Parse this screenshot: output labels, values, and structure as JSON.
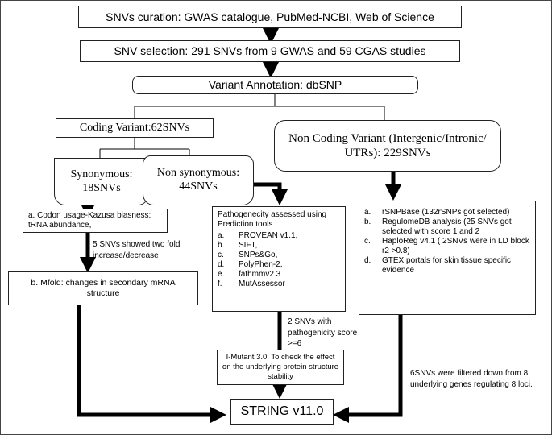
{
  "title_box": "SNVs curation: GWAS catalogue, PubMed-NCBI, Web of Science",
  "selection_box": "SNV selection: 291 SNVs from 9 GWAS and 59 CGAS studies",
  "annotation_box": "Variant Annotation: dbSNP",
  "coding_box": "Coding Variant:62SNVs",
  "noncoding_box": "Non Coding Variant (Intergenic/Intronic/ UTRs): 229SNVs",
  "synonymous": {
    "line1": "Synonymous:",
    "line2": "18SNVs"
  },
  "nonsynonymous": {
    "line1": "Non synonymous:",
    "line2": "44SNVs"
  },
  "codon_box": "a. Codon usage-Kazusa biasness: tRNA abundance,",
  "codon_note": "5 SNVs showed two fold increase/decrease",
  "mfold_box": "b. Mfold: changes in secondary mRNA structure",
  "pathogenicity": {
    "heading": "Pathogenecity assessed using Prediction tools",
    "items": [
      {
        "marker": "a.",
        "text": "PROVEAN v1.1,"
      },
      {
        "marker": "b.",
        "text": "SIFT,"
      },
      {
        "marker": "c.",
        "text": "SNPs&Go,"
      },
      {
        "marker": "d.",
        "text": "PolyPhen-2,"
      },
      {
        "marker": "e.",
        "text": "fathmmv2.3"
      },
      {
        "marker": "f.",
        "text": "MutAssessor"
      }
    ]
  },
  "path_note": "2 SNVs with pathogenicity score >=6",
  "imutant_box": "I-Mutant 3.0: To check the effect on the underlying protein structure stability",
  "noncoding_tools": [
    {
      "marker": "a.",
      "text": "rSNPBase (132rSNPs got selected)"
    },
    {
      "marker": "b.",
      "text": "RegulomeDB analysis (25 SNVs got selected with score 1 and 2"
    },
    {
      "marker": "c.",
      "text": "HaploReg v4.1 ( 2SNVs were in LD block r2 >0.8)"
    },
    {
      "marker": "d.",
      "text": "GTEX portals for skin tissue specific evidence"
    }
  ],
  "filter_note": "6SNVs were filtered down from 8 underlying genes regulating 8 loci.",
  "string_box": "STRING v11.0"
}
